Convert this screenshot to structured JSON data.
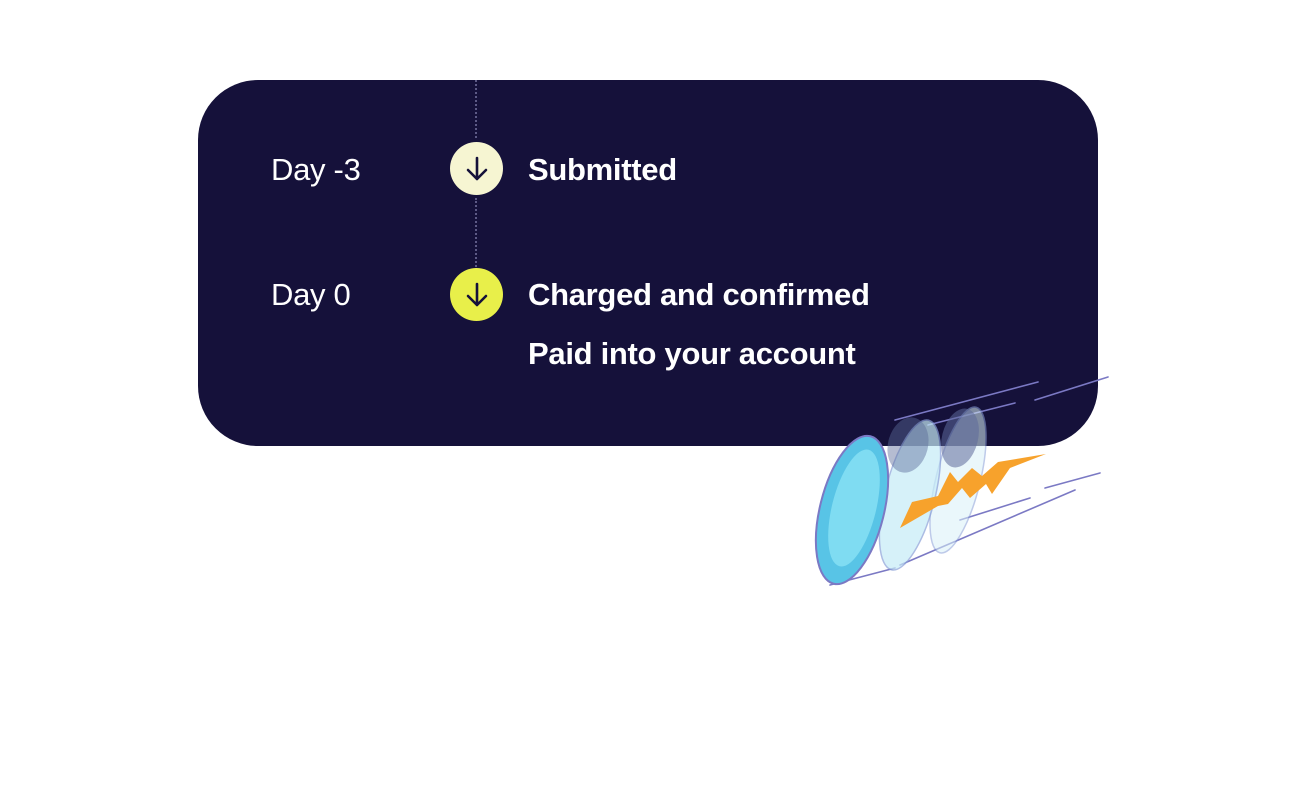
{
  "timeline": {
    "steps": [
      {
        "day": "Day -3",
        "title": "Submitted",
        "icon": "arrow-down-icon",
        "marker_color": "#f6f5d2"
      },
      {
        "day": "Day 0",
        "title": "Charged and confirmed",
        "icon": "arrow-down-icon",
        "marker_color": "#e8ef4a"
      }
    ],
    "final_note": "Paid into your account"
  },
  "colors": {
    "card_background": "#15113a",
    "text": "#ffffff",
    "coin_blue": "#7fdcf2",
    "bolt_orange": "#f7a22c"
  },
  "illustration": {
    "icon": "flying-coin-lightning-icon"
  }
}
